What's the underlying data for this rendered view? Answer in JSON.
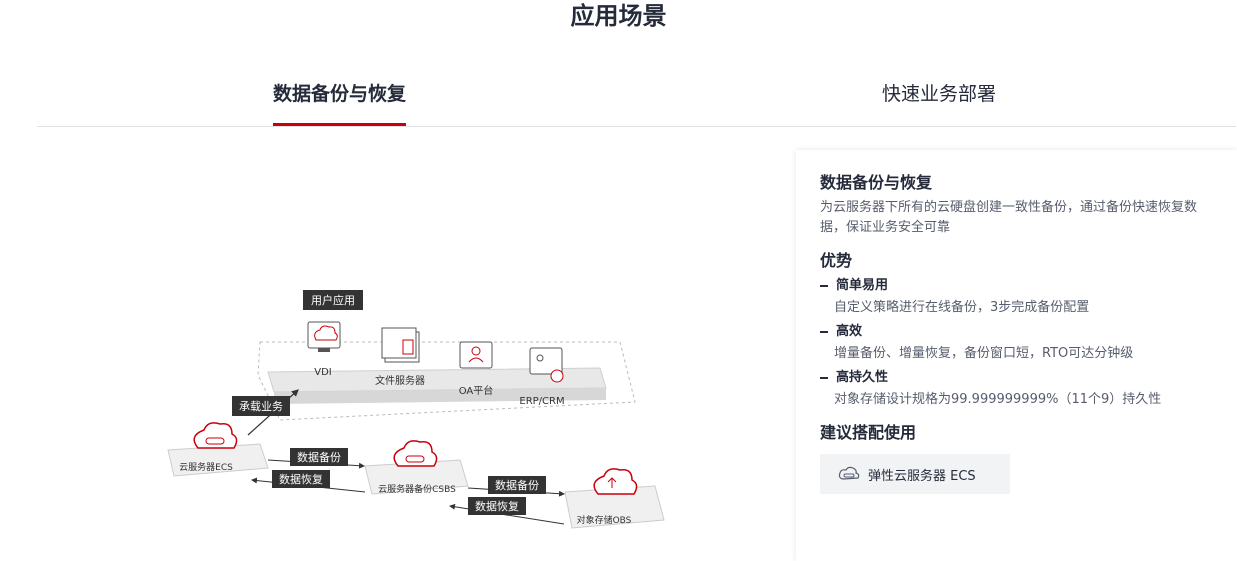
{
  "page": {
    "title": "应用场景"
  },
  "tabs": [
    {
      "label": "数据备份与恢复",
      "active": true
    },
    {
      "label": "快速业务部署",
      "active": false
    }
  ],
  "diagram": {
    "group_label": "用户应用",
    "apps": [
      "VDI",
      "文件服务器",
      "OA平台",
      "ERP/CRM"
    ],
    "carry_label": "承载业务",
    "nodes": {
      "ecs": "云服务器ECS",
      "csbs": "云服务器备份CSBS",
      "obs": "对象存储OBS"
    },
    "backup_label": "数据备份",
    "restore_label": "数据恢复",
    "colors": {
      "accent": "#c7000b",
      "label_bg": "#333333",
      "box": "#f0f0f0"
    }
  },
  "panel": {
    "title": "数据备份与恢复",
    "description": "为云服务器下所有的云硬盘创建一致性备份，通过备份快速恢复数据，保证业务安全可靠",
    "advantages_title": "优势",
    "advantages": [
      {
        "title": "简单易用",
        "desc": "自定义策略进行在线备份，3步完成备份配置"
      },
      {
        "title": "高效",
        "desc": "增量备份、增量恢复，备份窗口短，RTO可达分钟级"
      },
      {
        "title": "高持久性",
        "desc": "对象存储设计规格为99.999999999%（11个9）持久性"
      }
    ],
    "recommend_title": "建议搭配使用",
    "recommend_item": {
      "label": "弹性云服务器 ECS",
      "icon": "cloud-server-icon"
    }
  },
  "theme": {
    "accent": "#c7000b",
    "text": "#252b3a",
    "muted": "#575d6c"
  }
}
